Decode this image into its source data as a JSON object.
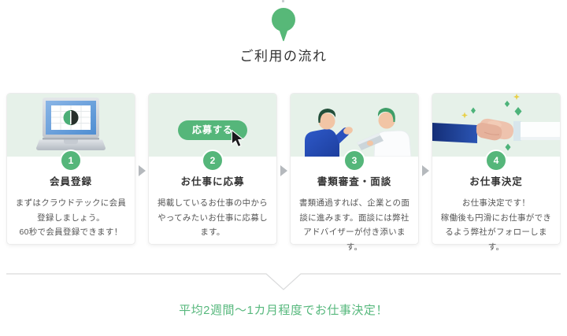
{
  "header": {
    "title": "ご利用の流れ",
    "pin_icon": "balloon-pin-icon"
  },
  "steps": [
    {
      "number": "1",
      "title": "会員登録",
      "lines": [
        "まずはクラウドテックに会員登録しましょう。",
        "60秒で会員登録できます！"
      ],
      "illustration": "laptop-with-logo"
    },
    {
      "number": "2",
      "title": "お仕事に応募",
      "button_label": "応募する",
      "lines": [
        "掲載しているお仕事の中からやってみたいお仕事に応募します。"
      ],
      "illustration": "apply-button-with-cursor"
    },
    {
      "number": "3",
      "title": "書類審査・面談",
      "lines": [
        "書類通過すれば、企業との面談に進みます。面談には弊社アドバイザーが付き添います。"
      ],
      "illustration": "two-people-interview"
    },
    {
      "number": "4",
      "title": "お仕事決定",
      "lines": [
        "お仕事決定です！",
        "稼働後も円滑にお仕事ができるよう弊社がフォローします。"
      ],
      "illustration": "handshake-with-sparkles"
    }
  ],
  "footer": {
    "note": "平均2週間〜1カ月程度でお仕事決定！"
  },
  "icons": {
    "header": "balloon-pin-icon",
    "step_separator": "right-arrow-icon",
    "card2_pointer": "cursor-arrow-icon"
  },
  "colors": {
    "accent_green": "#55b67a",
    "visual_background": "#e6f1e9",
    "note_text": "#57b87d",
    "arrow_gray": "#b5b9bd",
    "title_text": "#333333",
    "body_text": "#555555",
    "sleeve_navy": "#1d3c8f"
  }
}
